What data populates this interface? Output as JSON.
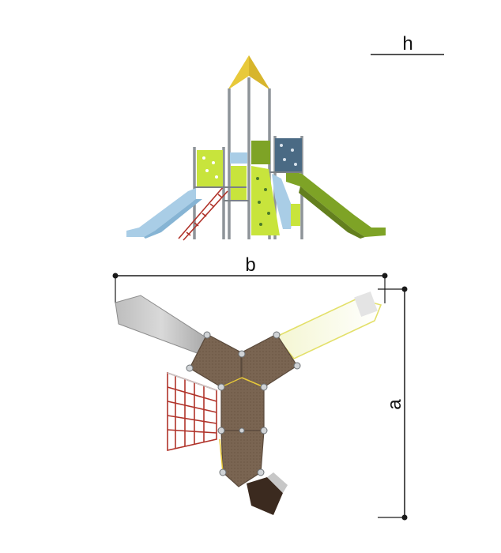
{
  "labels": {
    "height": "h",
    "width": "b",
    "length": "a"
  },
  "colors": {
    "background": "#ffffff",
    "dimension_line": "#1a1a1a",
    "light_blue_slide": "#a9cde6",
    "lime_panel": "#c8e43c",
    "olive_green_slide": "#7ea326",
    "yellow_roof": "#e8c93a",
    "slate_blue_panel": "#4a6a84",
    "brown_deck": "#7a6552",
    "red_rope_net": "#b0332a",
    "grey_post": "#8e9499"
  },
  "icons": {
    "front_view": "playground-front-elevation",
    "plan_view": "playground-top-plan"
  }
}
